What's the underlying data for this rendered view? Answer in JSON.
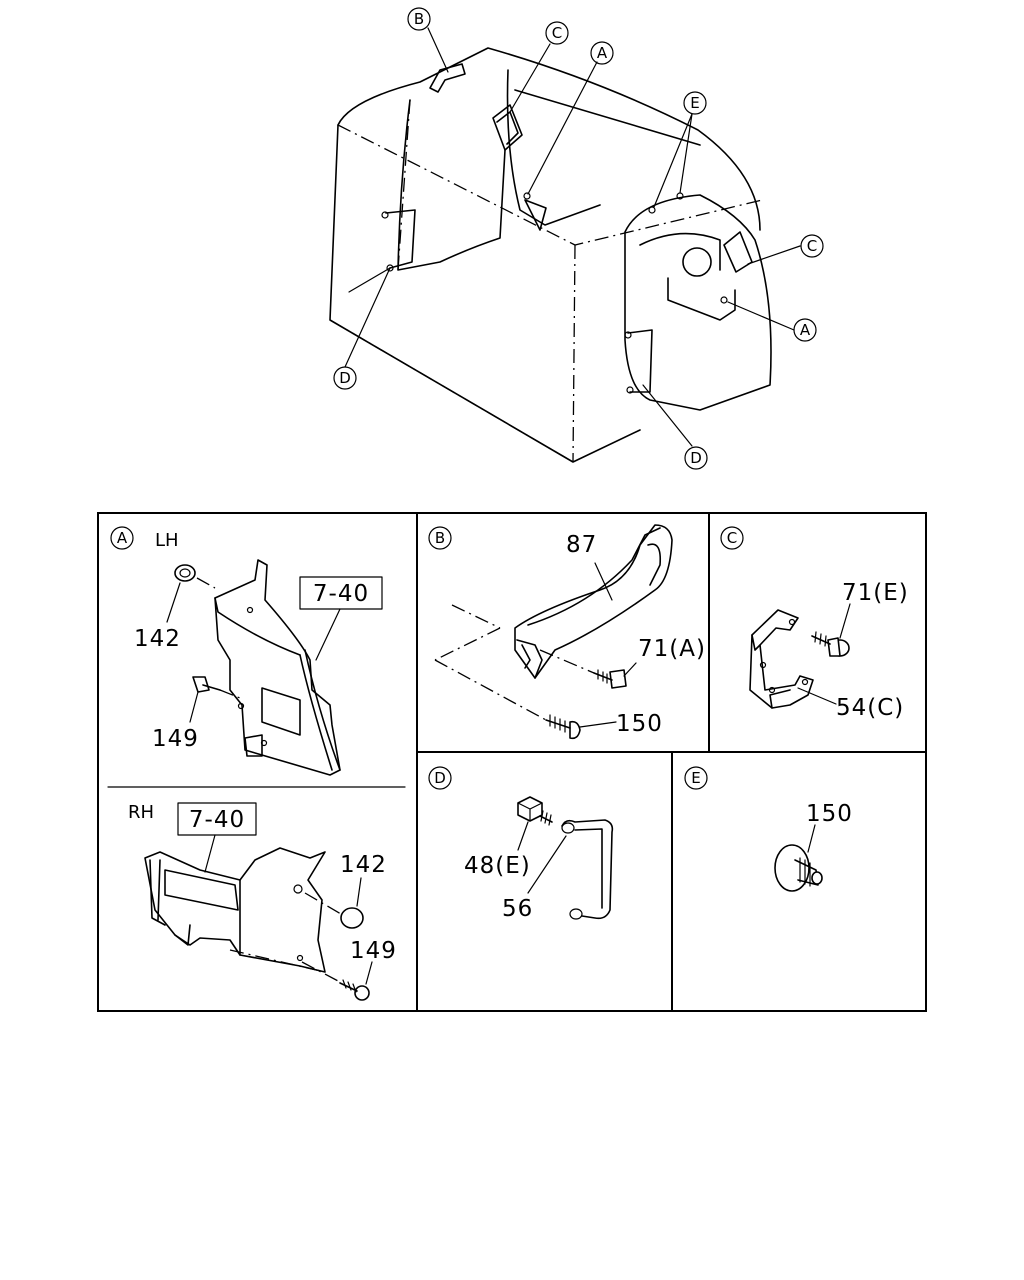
{
  "callouts": {
    "a": "A",
    "b": "B",
    "c": "C",
    "d": "D",
    "e": "E"
  },
  "panels": {
    "a": {
      "letter": "A",
      "lh_label": "LH",
      "rh_label": "RH",
      "lh_ref": "7-40",
      "rh_ref": "7-40",
      "lh_parts": [
        "142",
        "149"
      ],
      "rh_parts": [
        "142",
        "149"
      ]
    },
    "b": {
      "letter": "B",
      "parts": [
        "87",
        "71(A)",
        "150"
      ]
    },
    "c": {
      "letter": "C",
      "parts": [
        "71(E)",
        "54(C)"
      ]
    },
    "d": {
      "letter": "D",
      "parts": [
        "48(E)",
        "56"
      ]
    },
    "e": {
      "letter": "E",
      "parts": [
        "150"
      ]
    }
  }
}
